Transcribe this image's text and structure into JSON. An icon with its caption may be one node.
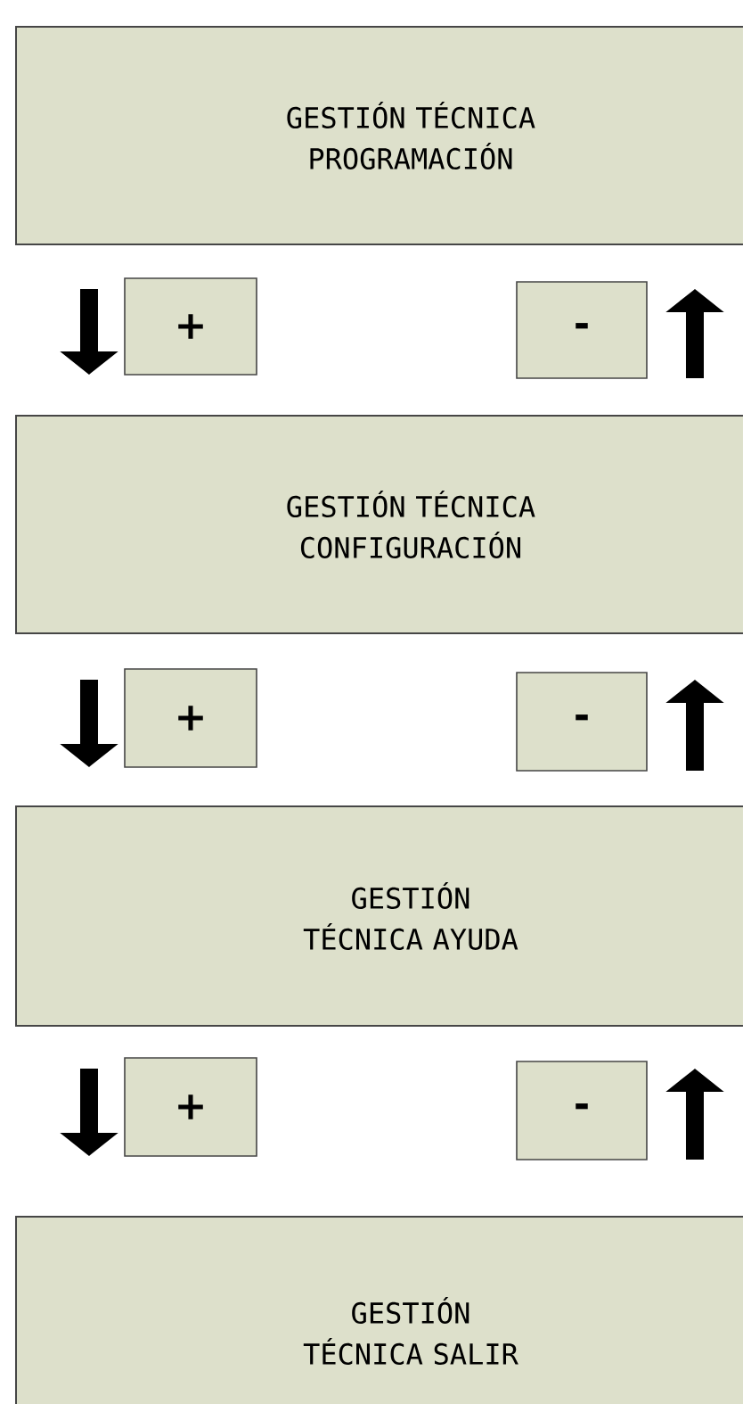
{
  "diagram": {
    "nodes": [
      {
        "text": [
          "GESTIÓN TÉCNICA PROGRAMACIÓN"
        ]
      },
      {
        "text": [
          "+"
        ]
      },
      {
        "text": [
          "-"
        ]
      },
      {
        "text": [
          "GESTIÓN TÉCNICA CONFIGURACIÓN"
        ]
      },
      {
        "text": [
          "+"
        ]
      },
      {
        "text": [
          "-"
        ]
      },
      {
        "text": [
          "GESTIÓN TÉCNICA AYUDA"
        ]
      },
      {
        "text": [
          "+"
        ]
      },
      {
        "text": [
          "-"
        ]
      },
      {
        "text": [
          "GESTIÓN TÉCNICA SALIR"
        ]
      }
    ]
  }
}
